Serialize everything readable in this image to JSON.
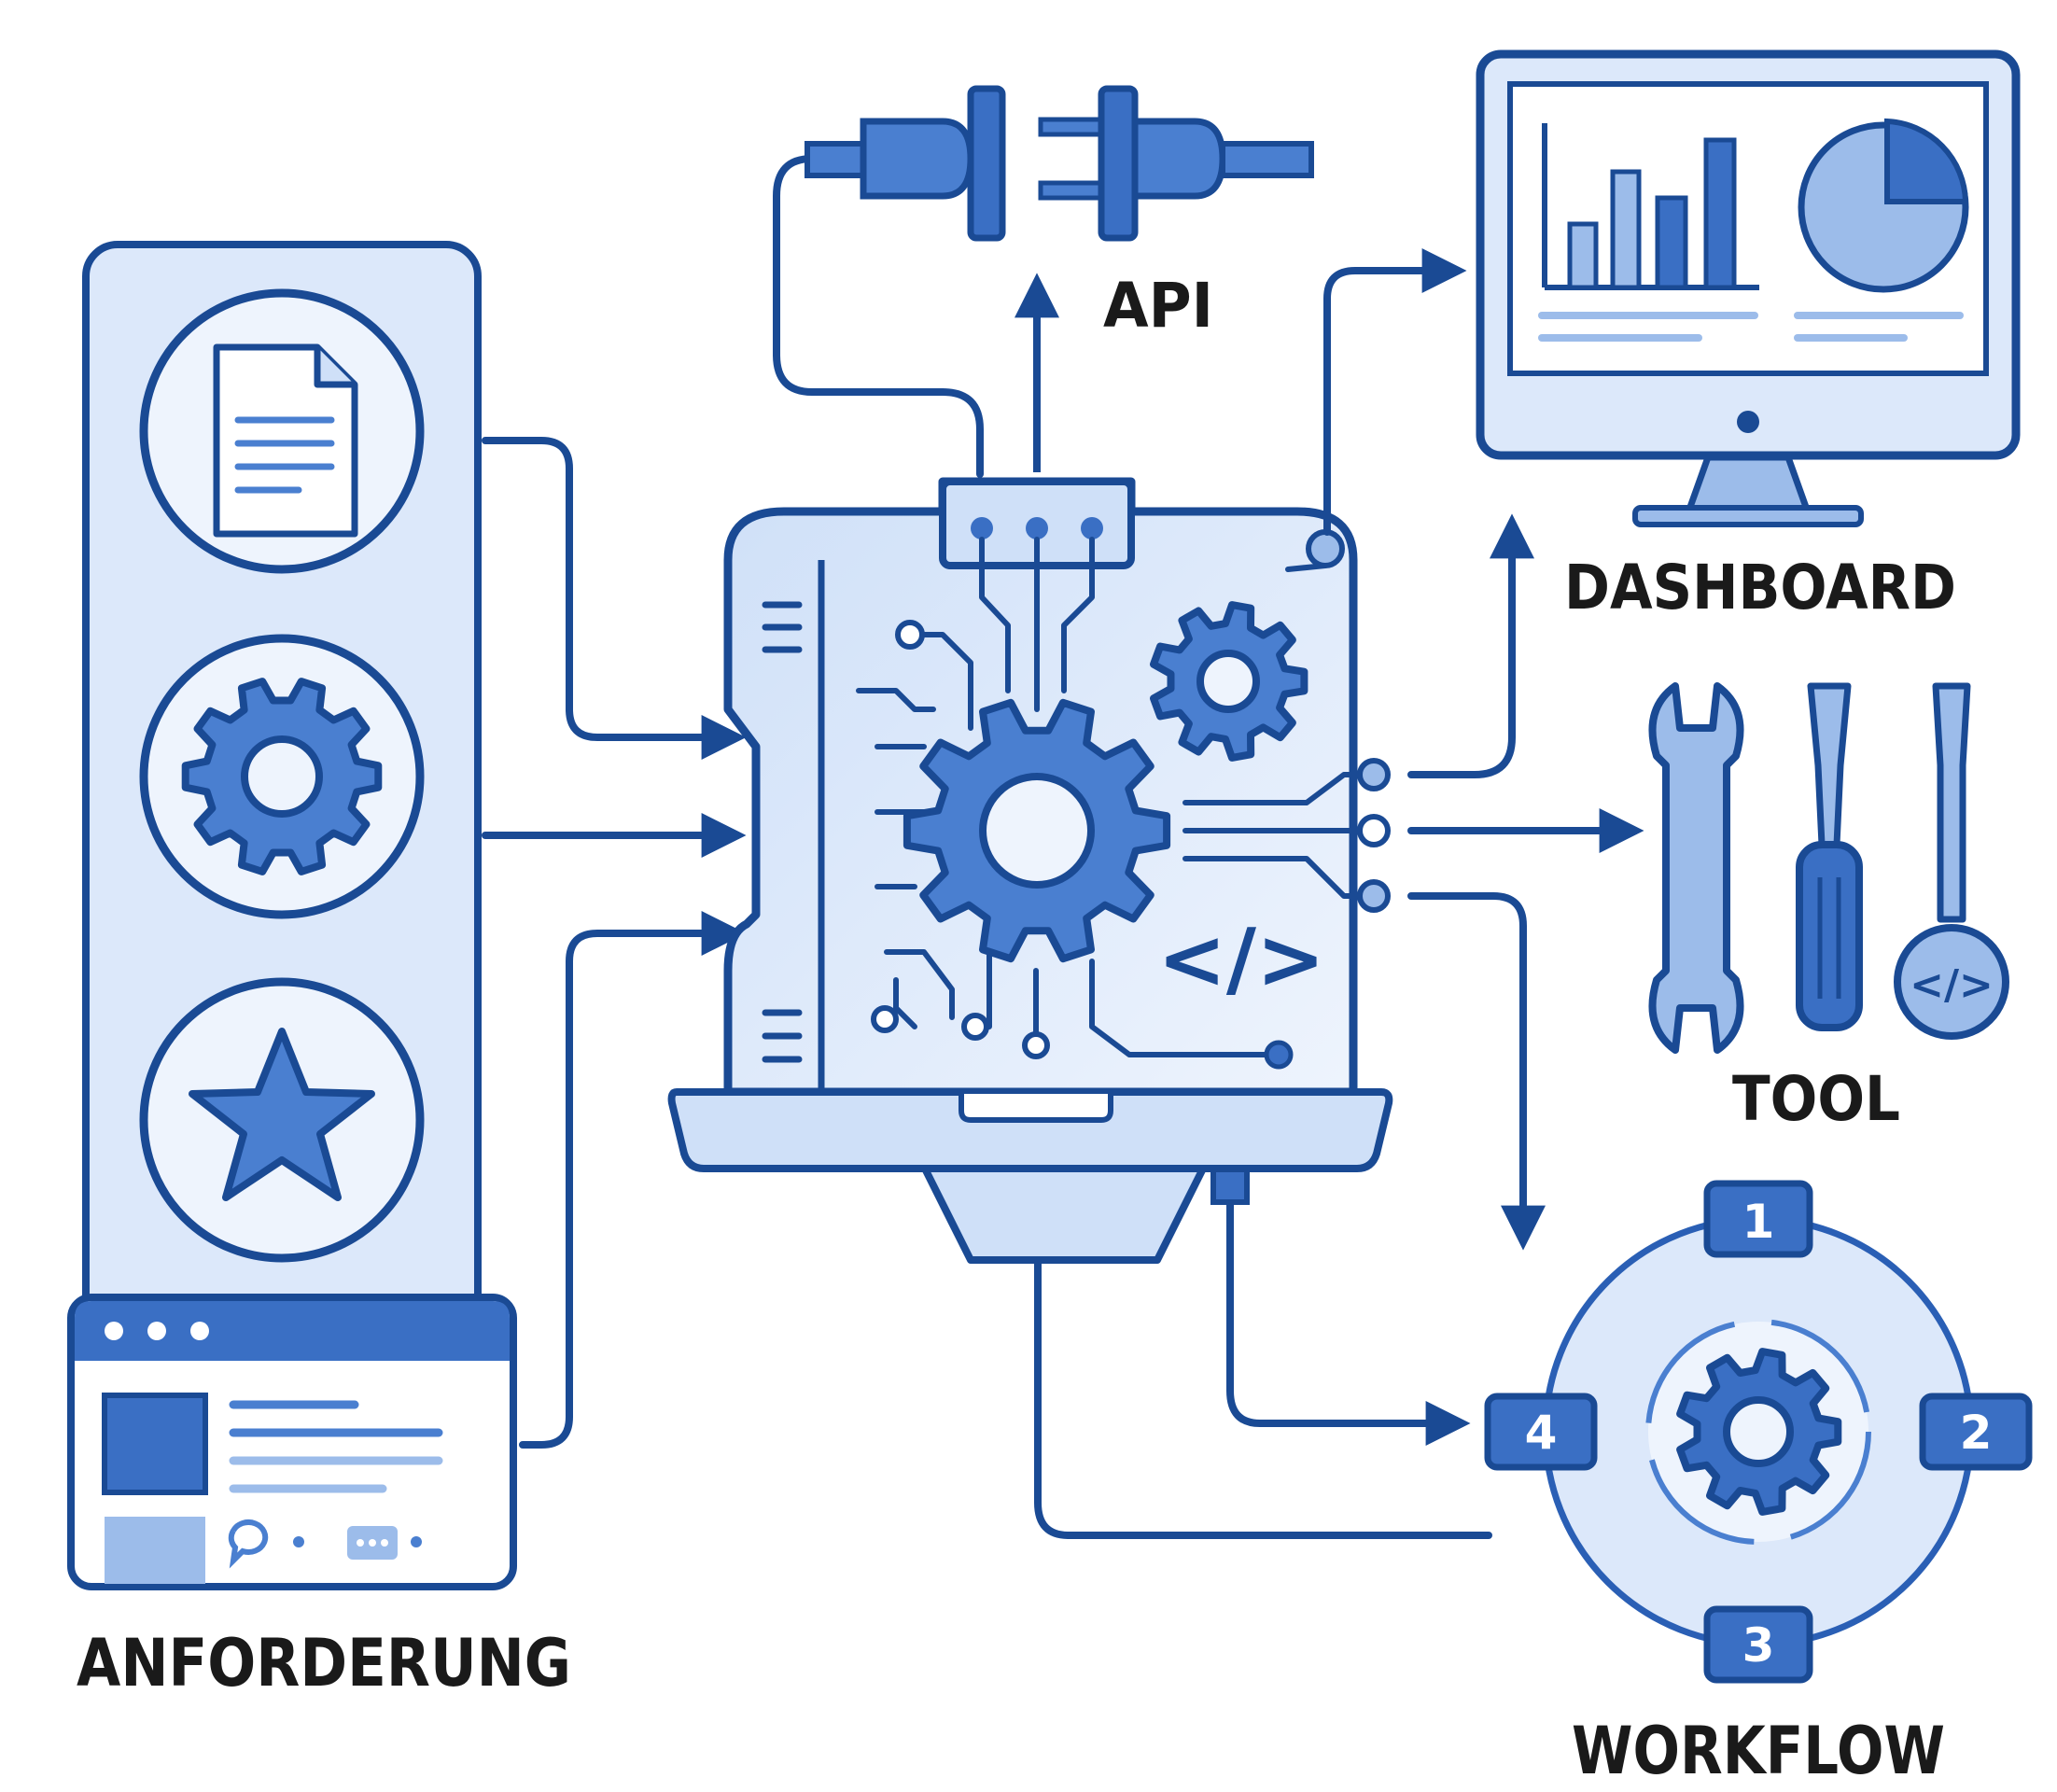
{
  "labels": {
    "api": "API",
    "dashboard": "DASHBOARD",
    "tool": "TOOL",
    "anforderung": "ANFORDERUNG",
    "workflow": "WORKFLOW"
  },
  "workflow_steps": [
    "1",
    "2",
    "3",
    "4"
  ],
  "code_symbol": "</>",
  "icons": {
    "document": "document-icon",
    "gear": "gear-icon",
    "star": "star-icon",
    "plug": "plug-icon",
    "monitor": "monitor-icon",
    "wrench": "wrench-icon",
    "screwdriver": "screwdriver-icon",
    "code": "code-icon",
    "browser": "browser-window-icon",
    "laptop": "laptop-icon"
  },
  "colors": {
    "dark_blue": "#1a4a94",
    "mid_blue": "#4a7fd0",
    "light_blue": "#dce8fa",
    "pale_blue": "#eef4fd",
    "text": "#1a1a1a"
  }
}
